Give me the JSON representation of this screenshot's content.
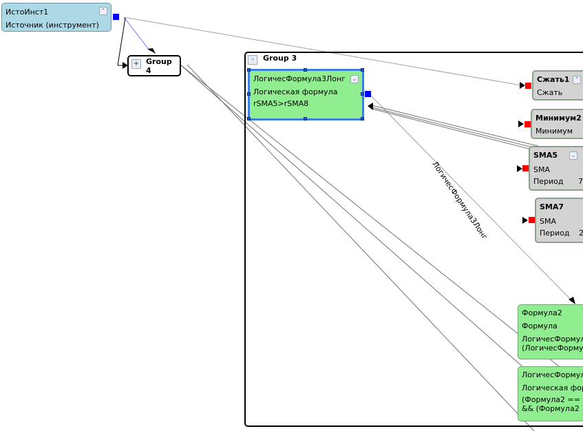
{
  "nodes": {
    "source": {
      "title": "ИстоИнст1",
      "type": "Источник (инструмент)"
    },
    "group4": {
      "label": "Group 4",
      "toggle": "+"
    },
    "group3": {
      "label": "Group 3",
      "toggle": "-"
    },
    "logic_long": {
      "title": "ЛогичесФормула3Лонг",
      "type": "Логическая формула",
      "expr": "rSMA5>rSMA8"
    },
    "compress": {
      "title": "Сжать1",
      "type": "Сжать"
    },
    "minimum": {
      "title": "Минимум2",
      "type": "Минимум"
    },
    "sma5": {
      "title": "SMA5",
      "type": "SMA",
      "param_label": "Период",
      "param_value": "7"
    },
    "sma7": {
      "title": "SMA7",
      "type": "SMA",
      "param_label": "Период",
      "param_value": "2"
    },
    "formula2": {
      "title": "Формула2",
      "type": "Формула",
      "line1": "ЛогичесФормул",
      "line2": "(ЛогичесФормул"
    },
    "logic_bottom": {
      "title": "ЛогичесФормул",
      "type": "Логическая фор",
      "line1": "(Формула2 ==",
      "line2": "&& (Формула2"
    }
  },
  "edge_label": "ЛогичесФормула3Лонг",
  "icons": {
    "collapse": "double-chevron-up-icon",
    "expand": "double-chevron-down-icon"
  },
  "colors": {
    "source_node": "#add8e6",
    "formula_node": "#90ee90",
    "indicator_node": "#d3d3d3",
    "output_port": "#0000ff",
    "input_port": "#ff0000"
  }
}
